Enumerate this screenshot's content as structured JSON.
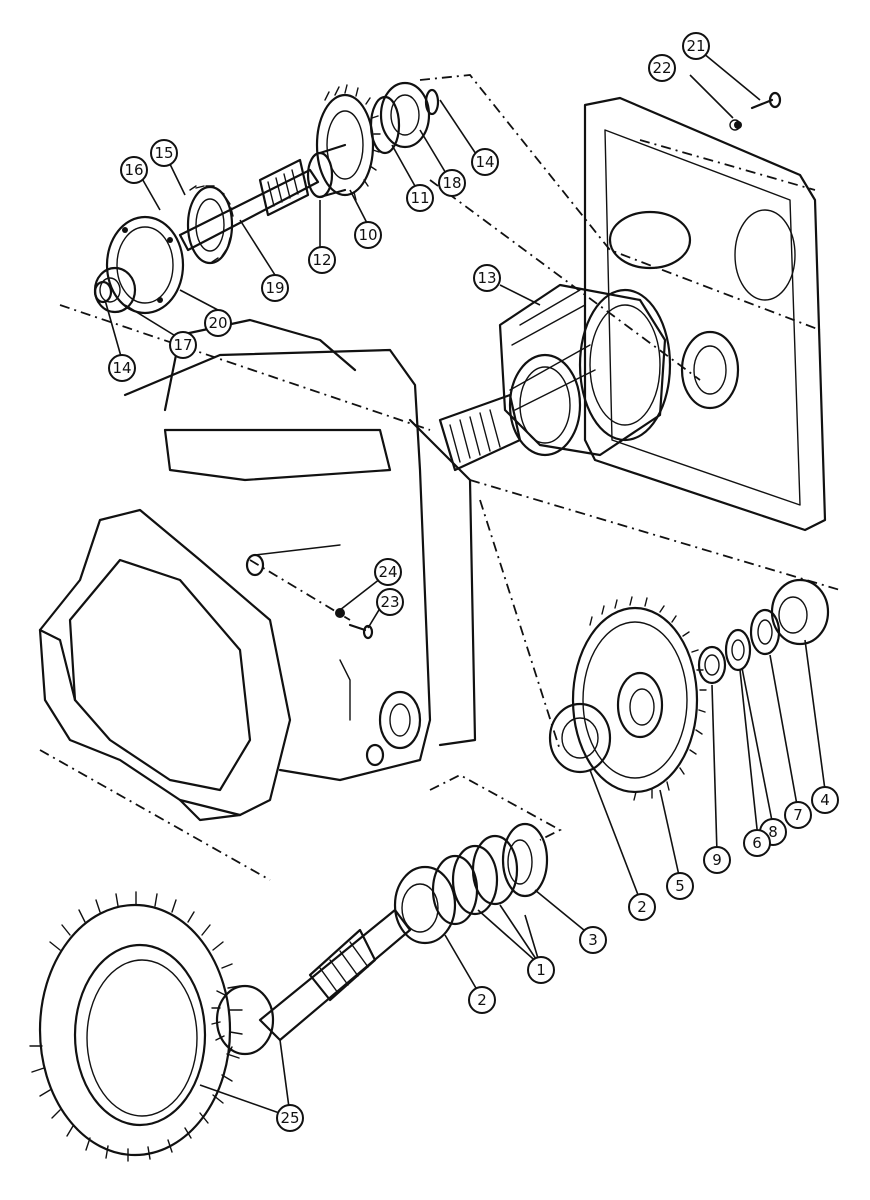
{
  "callouts": [
    {
      "id": "c1",
      "label": "1"
    },
    {
      "id": "c2a",
      "label": "2"
    },
    {
      "id": "c2b",
      "label": "2"
    },
    {
      "id": "c3",
      "label": "3"
    },
    {
      "id": "c4",
      "label": "4"
    },
    {
      "id": "c5",
      "label": "5"
    },
    {
      "id": "c6",
      "label": "6"
    },
    {
      "id": "c7",
      "label": "7"
    },
    {
      "id": "c8",
      "label": "8"
    },
    {
      "id": "c9",
      "label": "9"
    },
    {
      "id": "c10",
      "label": "10"
    },
    {
      "id": "c11",
      "label": "11"
    },
    {
      "id": "c12",
      "label": "12"
    },
    {
      "id": "c13",
      "label": "13"
    },
    {
      "id": "c14a",
      "label": "14"
    },
    {
      "id": "c14b",
      "label": "14"
    },
    {
      "id": "c15",
      "label": "15"
    },
    {
      "id": "c16",
      "label": "16"
    },
    {
      "id": "c17",
      "label": "17"
    },
    {
      "id": "c18",
      "label": "18"
    },
    {
      "id": "c19",
      "label": "19"
    },
    {
      "id": "c20",
      "label": "20"
    },
    {
      "id": "c21",
      "label": "21"
    },
    {
      "id": "c22",
      "label": "22"
    },
    {
      "id": "c23",
      "label": "23"
    },
    {
      "id": "c24",
      "label": "24"
    },
    {
      "id": "c25",
      "label": "25"
    }
  ]
}
